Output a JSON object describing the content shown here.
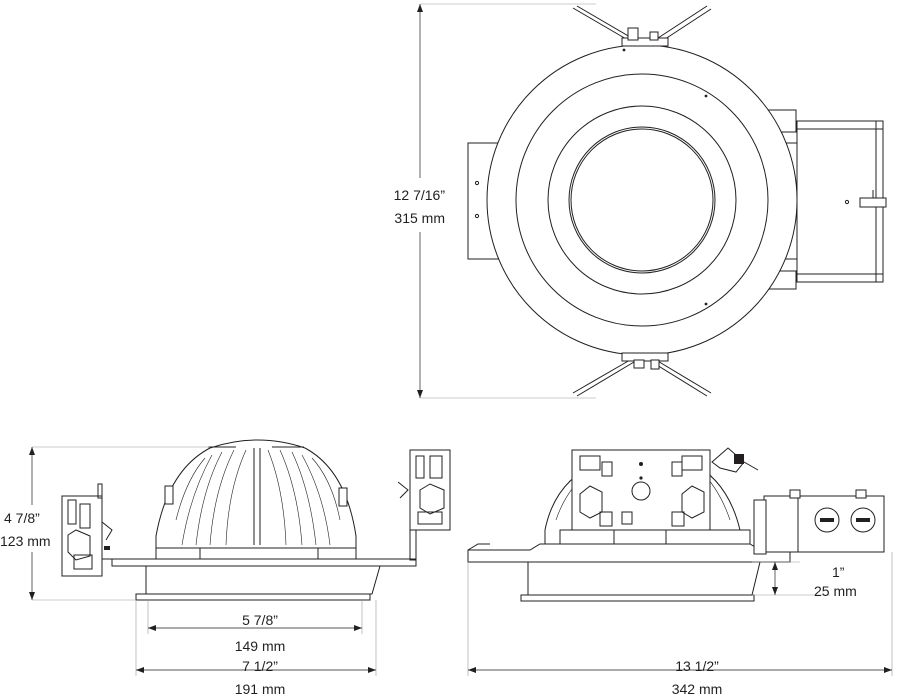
{
  "dimensions": {
    "top_height": {
      "imperial": "12 7/16”",
      "metric": "315 mm"
    },
    "side_height": {
      "imperial": "4 7/8”",
      "metric": "123 mm"
    },
    "aperture_width": {
      "imperial": "5 7/8”",
      "metric": "149 mm"
    },
    "trim_width": {
      "imperial": "7 1/2”",
      "metric": "191 mm"
    },
    "overall_length": {
      "imperial": "13 1/2”",
      "metric": "342 mm"
    },
    "ceiling_depth": {
      "imperial": "1”",
      "metric": "25 mm"
    }
  }
}
